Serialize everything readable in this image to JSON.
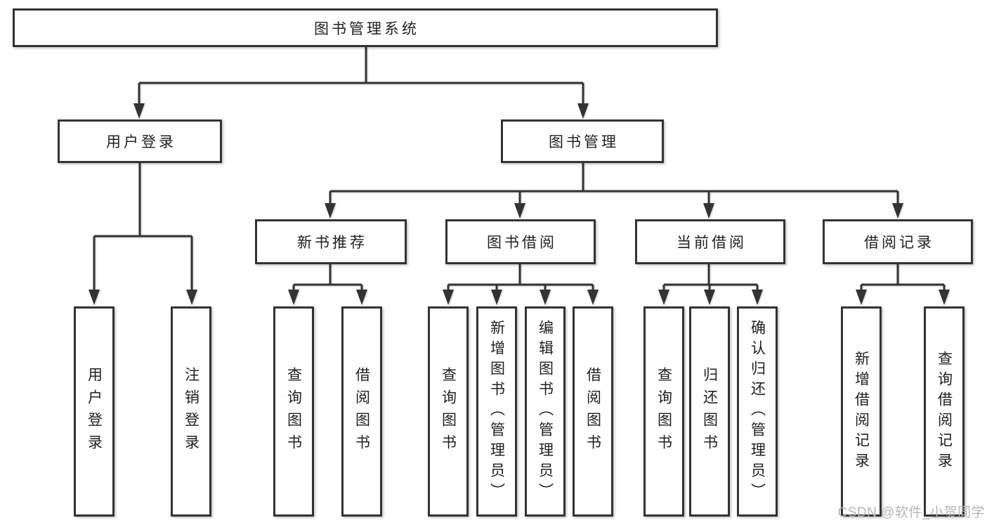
{
  "tree": {
    "label": "图书管理系统",
    "children": [
      {
        "label": "用户登录",
        "children": [
          {
            "label": "用户登录"
          },
          {
            "label": "注销登录"
          }
        ]
      },
      {
        "label": "图书管理",
        "children": [
          {
            "label": "新书推荐",
            "children": [
              {
                "label": "查询图书"
              },
              {
                "label": "借阅图书"
              }
            ]
          },
          {
            "label": "图书借阅",
            "children": [
              {
                "label": "查询图书"
              },
              {
                "label": "新增图书（管理员）"
              },
              {
                "label": "编辑图书（管理员）"
              },
              {
                "label": "借阅图书"
              }
            ]
          },
          {
            "label": "当前借阅",
            "children": [
              {
                "label": "查询图书"
              },
              {
                "label": "归还图书"
              },
              {
                "label": "确认归还（管理员）"
              }
            ]
          },
          {
            "label": "借阅记录",
            "children": [
              {
                "label": "新增借阅记录"
              },
              {
                "label": "查询借阅记录"
              }
            ]
          }
        ]
      }
    ]
  },
  "watermark": "CSDN @软件_小贺同学",
  "colors": {
    "line": "#333333",
    "text": "#212121",
    "box_background": "#ffffff",
    "page_background": "#ffffff",
    "watermark": "#b5b5b5"
  }
}
